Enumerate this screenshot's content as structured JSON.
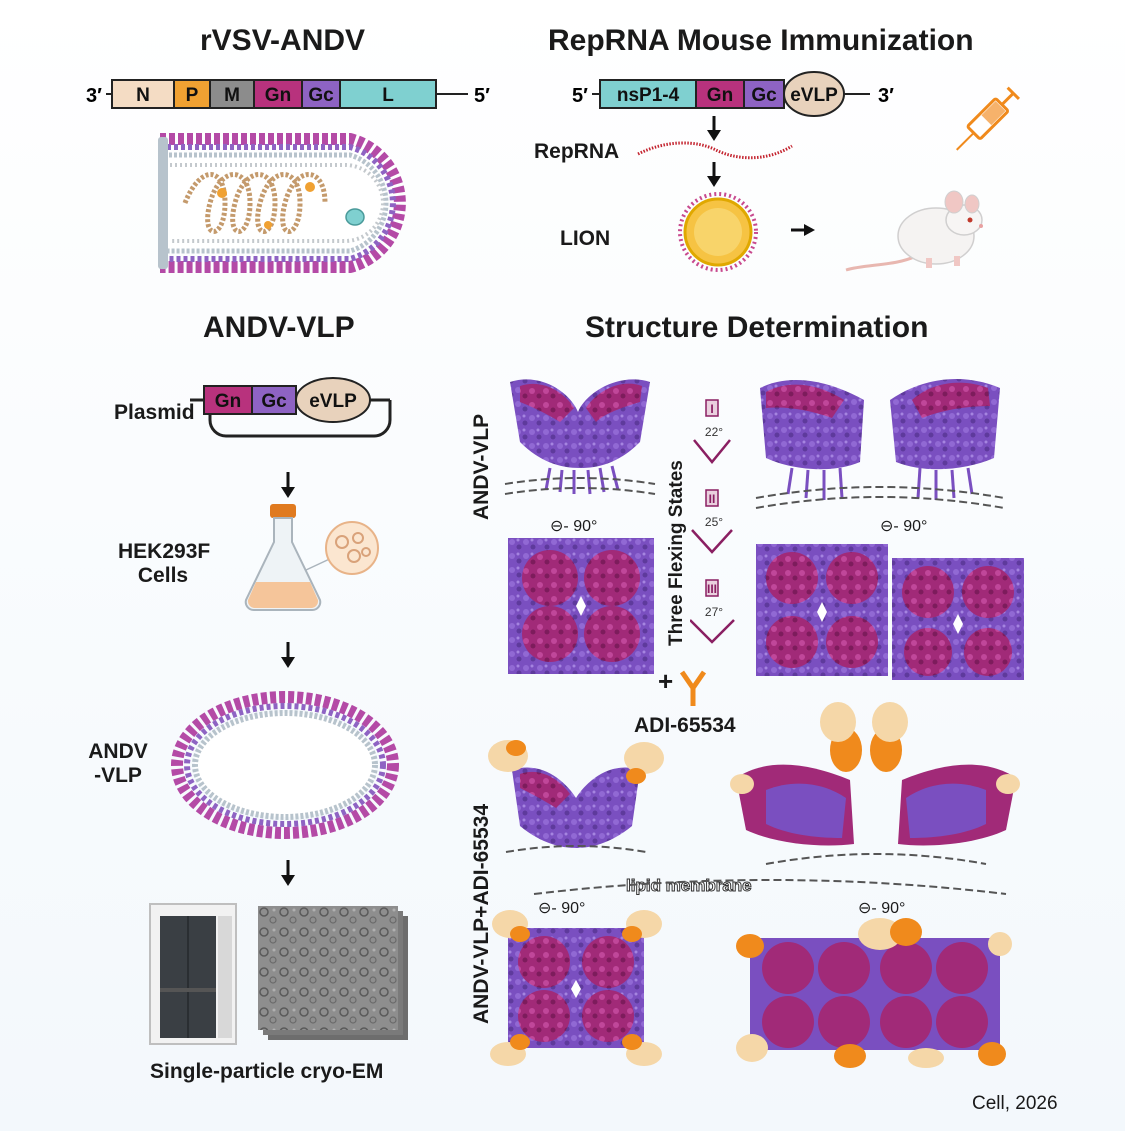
{
  "titles": {
    "rvsv": "rVSV-ANDV",
    "reprna": "RepRNA Mouse Immunization",
    "vlp": "ANDV-VLP",
    "structure": "Structure Determination"
  },
  "rvsv_genome": {
    "end3": "3′",
    "end5": "5′",
    "genes": [
      {
        "label": "N",
        "color": "#f4dcc4"
      },
      {
        "label": "P",
        "color": "#f0a132"
      },
      {
        "label": "M",
        "color": "#8c8c8c"
      },
      {
        "label": "Gn",
        "color": "#b8327d"
      },
      {
        "label": "Gc",
        "color": "#8e63c3"
      },
      {
        "label": "L",
        "color": "#7fd0d0"
      }
    ]
  },
  "reprna_construct": {
    "end5": "5′",
    "end3": "3′",
    "genes": [
      {
        "label": "nsP1-4",
        "color": "#7fd0d0"
      },
      {
        "label": "Gn",
        "color": "#b8327d"
      },
      {
        "label": "Gc",
        "color": "#8e63c3"
      },
      {
        "label": "eVLP",
        "color": "#e8d2bc"
      }
    ],
    "reprna_label": "RepRNA",
    "lion_label": "LION"
  },
  "vlp_workflow": {
    "plasmid_label": "Plasmid",
    "plasmid_genes": [
      {
        "label": "Gn",
        "color": "#b8327d"
      },
      {
        "label": "Gc",
        "color": "#8e63c3"
      },
      {
        "label": "eVLP",
        "color": "#e8d2bc"
      }
    ],
    "cells_label_line1": "HEK293F",
    "cells_label_line2": "Cells",
    "vlp_label_line1": "ANDV",
    "vlp_label_line2": "-VLP",
    "cryoem_label": "Single-particle cryo-EM"
  },
  "structure": {
    "row1_label": "ANDV-VLP",
    "row2_label": "ANDV-VLP+ADI-65534",
    "states_label": "Three Flexing States",
    "states": [
      {
        "roman": "I",
        "angle": "22°"
      },
      {
        "roman": "II",
        "angle": "25°"
      },
      {
        "roman": "III",
        "angle": "27°"
      }
    ],
    "rotation": "90°",
    "antibody_plus": "+",
    "antibody_label": "ADI-65534",
    "membrane_label": "lipid membrane"
  },
  "citation": "Cell, 2026",
  "colors": {
    "gn_magenta": "#a12a78",
    "gc_purple": "#7a4fc0",
    "antibody_orange": "#f08a1c",
    "antibody_light": "#f5d7a8",
    "membrane_gray": "#9aa4ad"
  }
}
